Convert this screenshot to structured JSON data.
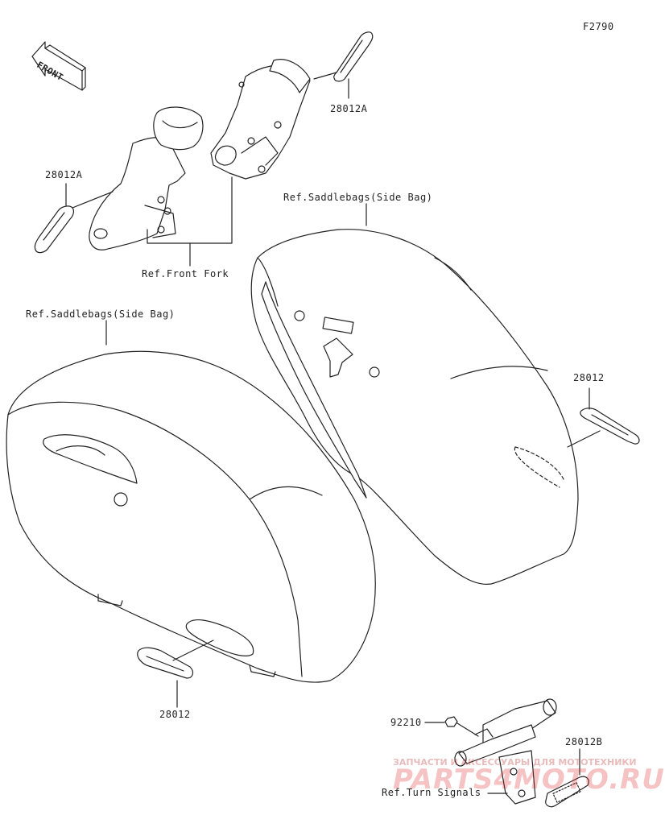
{
  "diagram_code": "F2790",
  "front_arrow_label": "FRONT",
  "labels": {
    "ref_28012A_top": "28012A",
    "ref_28012A_left": "28012A",
    "front_fork": "Ref.Front Fork",
    "saddlebag_right": "Ref.Saddlebags(Side Bag)",
    "saddlebag_left": "Ref.Saddlebags(Side Bag)",
    "ref_28012_right": "28012",
    "ref_28012_bottom": "28012",
    "ref_92210": "92210",
    "ref_28012B": "28012B",
    "turn_signals": "Ref.Turn Signals"
  },
  "watermark": {
    "line1": "ЗАПЧАСТИ И АКСЕССУАРЫ ДЛЯ МОТОТЕХНИКИ",
    "line2": "PARTS4MOTO.RU"
  },
  "colors": {
    "line": "#222222",
    "watermark": "#dc2828"
  }
}
